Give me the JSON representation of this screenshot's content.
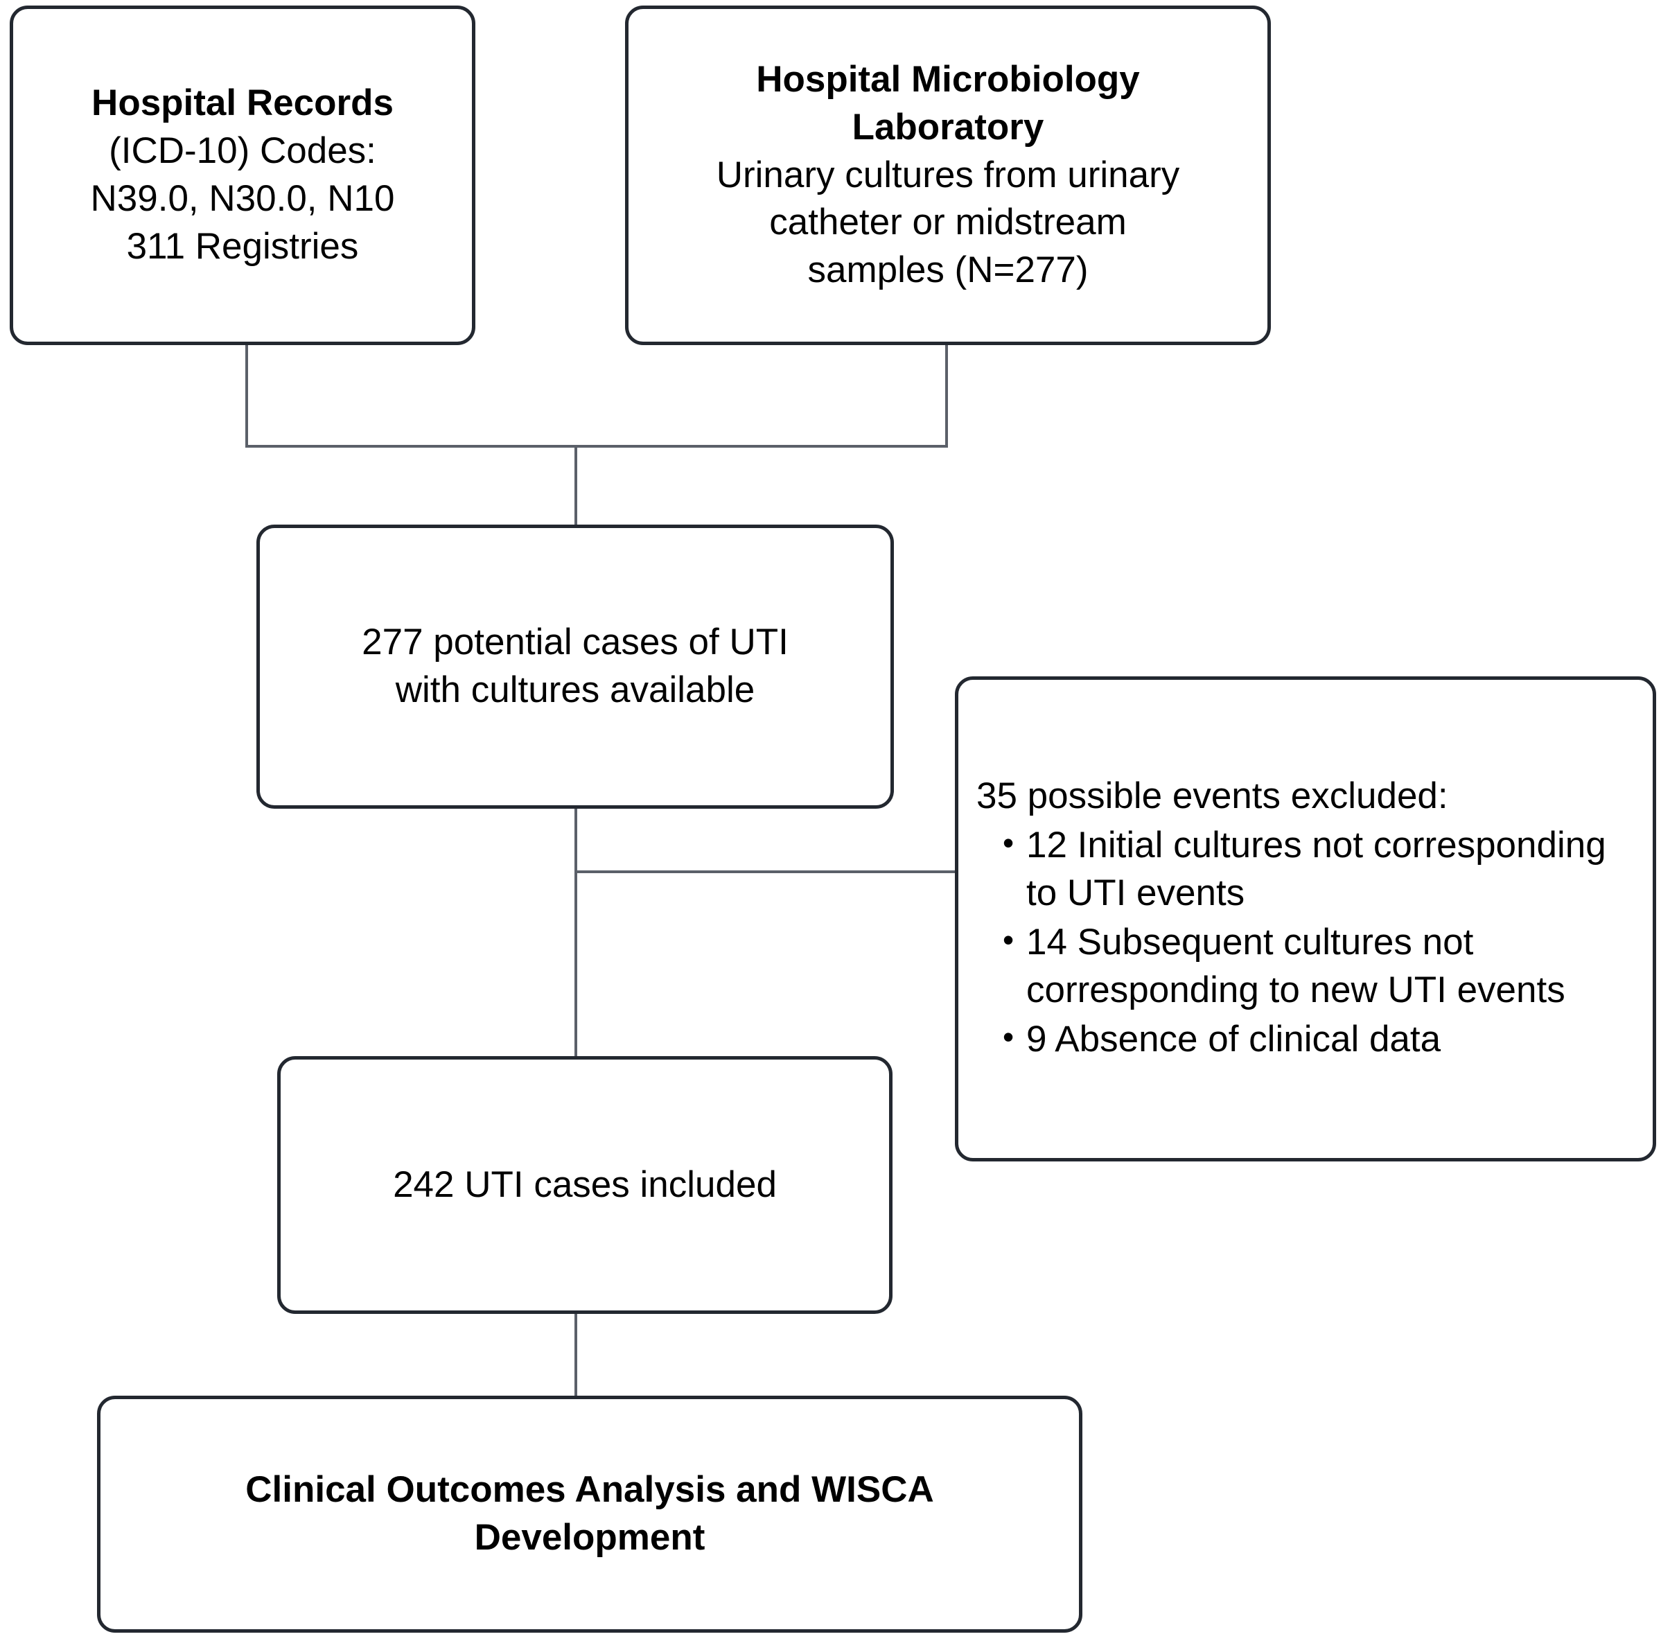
{
  "diagram": {
    "type": "flowchart",
    "title": "UTI case selection flow",
    "orientation": "top-down",
    "colors": {
      "node_border": "#232830",
      "node_fill": "#ffffff",
      "connector": "#5b6069",
      "text": "#000000"
    }
  },
  "nodes": {
    "hospital_records": {
      "heading": "Hospital Records",
      "line2": "(ICD-10) Codes:",
      "line3": "N39.0, N30.0, N10",
      "line4": "311 Registries"
    },
    "microbiology_lab": {
      "heading_line1": "Hospital Microbiology",
      "heading_line2": "Laboratory",
      "body_line1": "Urinary cultures from urinary",
      "body_line2": "catheter or midstream",
      "body_line3": "samples (N=277)"
    },
    "potential_cases": {
      "line1": "277 potential cases of UTI",
      "line2": "with cultures available"
    },
    "excluded": {
      "heading": "35 possible events excluded:",
      "bullet_glyph": "•",
      "items": [
        "12 Initial cultures not corresponding to UTI events",
        "14 Subsequent cultures not corresponding to new UTI events",
        "9 Absence of clinical data"
      ]
    },
    "included": {
      "label": "242 UTI cases included"
    },
    "outcomes": {
      "line1": "Clinical Outcomes Analysis and WISCA",
      "line2": "Development"
    }
  },
  "edges": [
    {
      "from": "hospital_records",
      "to": "potential_cases"
    },
    {
      "from": "microbiology_lab",
      "to": "potential_cases"
    },
    {
      "from": "potential_cases",
      "to": "excluded"
    },
    {
      "from": "potential_cases",
      "to": "included"
    },
    {
      "from": "included",
      "to": "outcomes"
    }
  ],
  "counts": {
    "registries": 311,
    "lab_samples": 277,
    "potential_cases": 277,
    "excluded_total": 35,
    "excluded_initial_cultures": 12,
    "excluded_subsequent_cultures": 14,
    "excluded_no_clinical_data": 9,
    "included_cases": 242
  }
}
